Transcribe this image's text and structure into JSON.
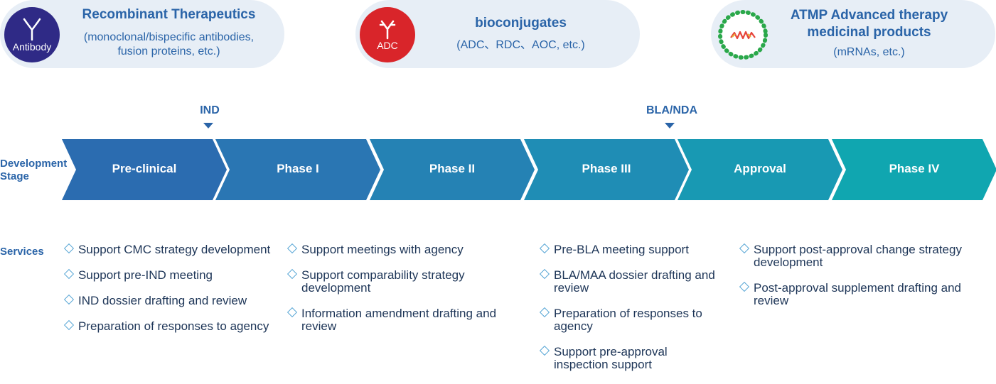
{
  "categories": [
    {
      "badge": "Antibody",
      "title": "Recombinant Therapeutics",
      "subtitle": "(monoclonal/bispecific antibodies, fusion proteins, etc.)",
      "color": "#2f2a86"
    },
    {
      "badge": "ADC",
      "title": "bioconjugates",
      "subtitle": "(ADC、RDC、AOC, etc.)",
      "color": "#d9252a"
    },
    {
      "badge": "",
      "title": "ATMP Advanced therapy medicinal products",
      "subtitle": "(mRNAs, etc.)",
      "color": "#2aa84a"
    }
  ],
  "milestones": {
    "ind": "IND",
    "bla": "BLA/NDA"
  },
  "labels": {
    "development_stage": "Development Stage",
    "services": "Services"
  },
  "stages": [
    {
      "name": "Pre-clinical",
      "color": "#2b6cb0"
    },
    {
      "name": "Phase I",
      "color": "#2a76b3"
    },
    {
      "name": "Phase II",
      "color": "#2582b4"
    },
    {
      "name": "Phase III",
      "color": "#1f8db5"
    },
    {
      "name": "Approval",
      "color": "#1899b3"
    },
    {
      "name": "Phase IV",
      "color": "#10a6b0"
    }
  ],
  "services": [
    [
      "Support CMC strategy development",
      "Support pre-IND meeting",
      "IND dossier drafting and review",
      "Preparation of responses to agency"
    ],
    [
      "Support meetings with agency",
      "Support comparability strategy development",
      "Information amendment drafting and review"
    ],
    [
      "Pre-BLA meeting support",
      "BLA/MAA dossier drafting and review",
      "Preparation of responses to agency",
      "Support pre-approval inspection support"
    ],
    [
      "Support post-approval change strategy development",
      "Post-approval supplement drafting and review"
    ]
  ]
}
